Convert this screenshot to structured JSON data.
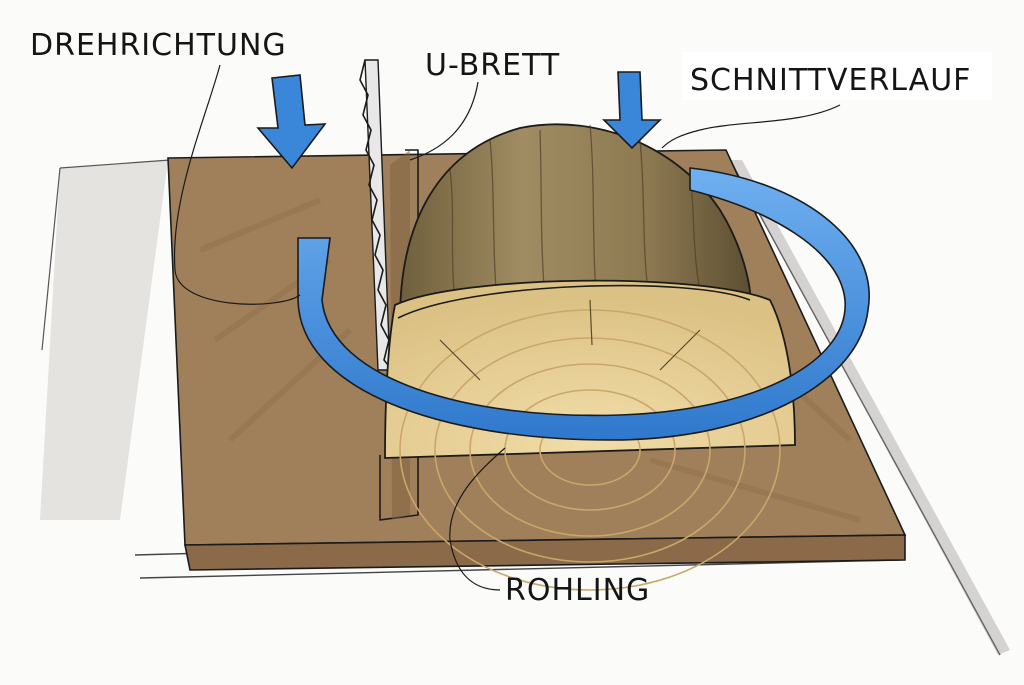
{
  "labels": {
    "rotation_direction": "DREHRICHTUNG",
    "u_board": "U-BRETT",
    "cut_path": "SCHNITTVERLAUF",
    "blank": "ROHLING"
  },
  "colors": {
    "board": "#a0805a",
    "board_dark": "#8a6a48",
    "bark": "#8e7a52",
    "wood_face": "#e7cf95",
    "ring": "#c9a76a",
    "arrow": "#3a86d8",
    "arrow_light": "#6fb0f0",
    "ink": "#1b1b1b",
    "table_grey": "#8e8e8e"
  }
}
